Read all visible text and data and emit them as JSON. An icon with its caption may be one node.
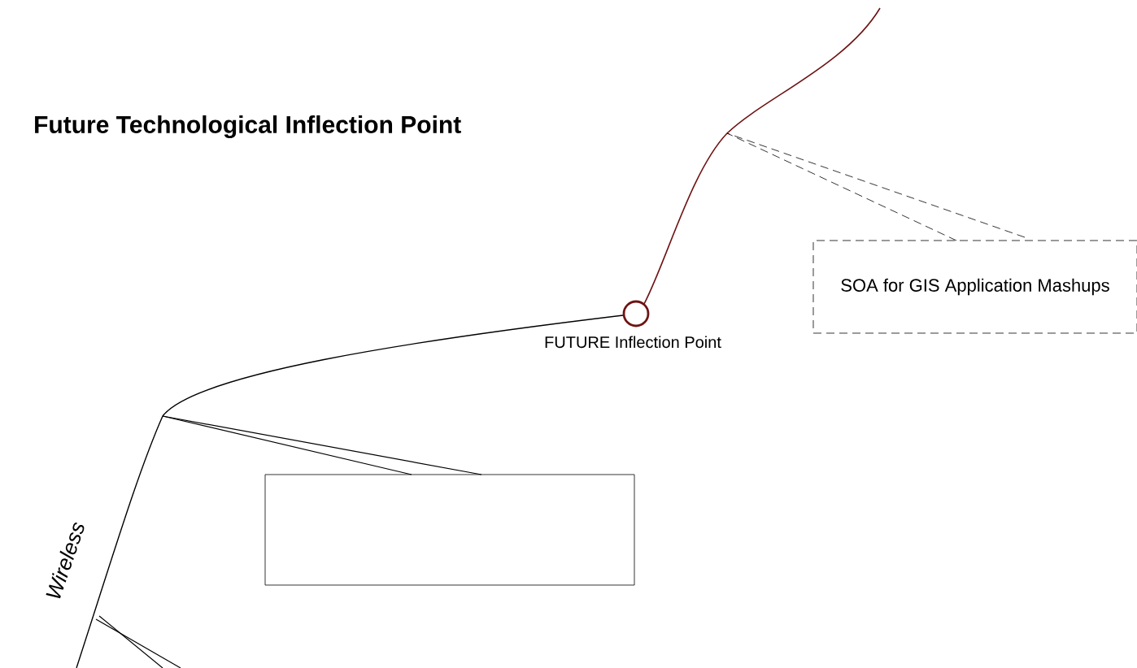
{
  "diagram": {
    "title": "Future Technological Inflection Point",
    "nodes": [
      {
        "text": [],
        "shape": "circle",
        "beside": [
          "FUTURE Inflection Point"
        ]
      },
      {
        "text": [
          "SOA for GIS Application Mashups"
        ]
      },
      {
        "text": [],
        "shape": "box"
      }
    ],
    "edges": [
      {
        "from": 1,
        "to": null,
        "arrow": "none",
        "style": "dashed"
      },
      {
        "from": 1,
        "to": null,
        "arrow": "none",
        "style": "dashed"
      },
      {
        "from": 2,
        "to": null,
        "arrow": "none"
      },
      {
        "from": 2,
        "to": null,
        "arrow": "none"
      }
    ],
    "labels": [
      "Wireless"
    ]
  }
}
